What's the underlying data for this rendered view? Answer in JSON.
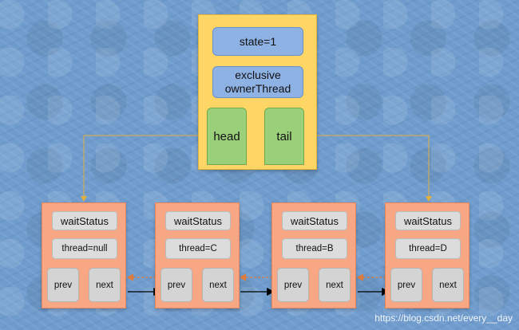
{
  "sync": {
    "state": "state=1",
    "owner_line1": "exclusive",
    "owner_line2": "ownerThread",
    "head": "head",
    "tail": "tail"
  },
  "nodes": [
    {
      "wait_status": "waitStatus",
      "thread": "thread=null",
      "prev": "prev",
      "next": "next"
    },
    {
      "wait_status": "waitStatus",
      "thread": "thread=C",
      "prev": "prev",
      "next": "next"
    },
    {
      "wait_status": "waitStatus",
      "thread": "thread=B",
      "prev": "prev",
      "next": "next"
    },
    {
      "wait_status": "waitStatus",
      "thread": "thread=D",
      "prev": "prev",
      "next": "next"
    }
  ],
  "watermark": "https://blog.csdn.net/every__day",
  "colors": {
    "background": "#6f9ccd",
    "sync_box": "#ffd666",
    "pill": "#8fb2e5",
    "pointer": "#9bd07a",
    "node": "#f8a784",
    "field": "#dcdcdc",
    "head_tail_link": "#e0b040",
    "prev_link": "#e07a3a",
    "next_link": "#000000"
  }
}
